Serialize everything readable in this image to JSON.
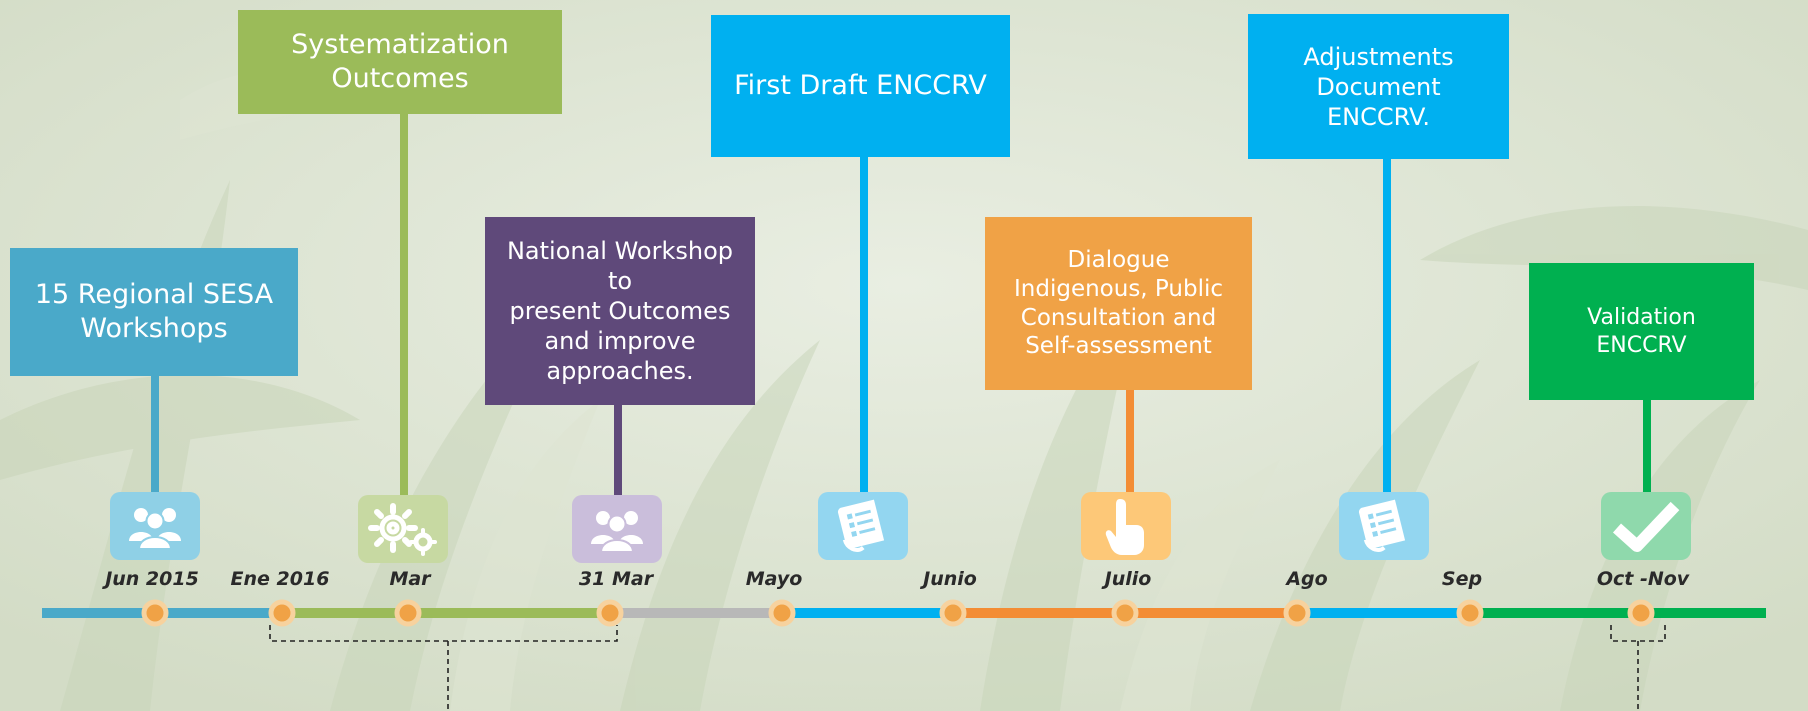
{
  "events": [
    {
      "id": "regional",
      "lines": [
        "15 Regional SESA",
        "Workshops"
      ],
      "date": "Jun 2015",
      "color": "#4aa9c9",
      "icon": "people-icon"
    },
    {
      "id": "systematization",
      "lines": [
        "Systematization",
        "Outcomes"
      ],
      "date": "Mar",
      "color": "#9bbb59",
      "icon": "gears-icon"
    },
    {
      "id": "national",
      "lines": [
        "National Workshop to",
        "present Outcomes",
        "and improve",
        "approaches."
      ],
      "date": "31 Mar",
      "color": "#5f497a",
      "icon": "people-icon"
    },
    {
      "id": "first-draft",
      "lines": [
        "First Draft ENCCRV"
      ],
      "date": "Mayo",
      "color": "#00b0f0",
      "icon": "document-icon"
    },
    {
      "id": "dialogue",
      "lines": [
        "Dialogue",
        "Indigenous, Public",
        "Consultation and",
        "Self-assessment"
      ],
      "date": "Julio",
      "color": "#f0a246",
      "icon": "hand-pointer-icon"
    },
    {
      "id": "adjustments",
      "lines": [
        "Adjustments",
        "Document",
        "ENCCRV."
      ],
      "date": "Ago",
      "color": "#00b0f0",
      "icon": "document-icon"
    },
    {
      "id": "validation",
      "lines": [
        "Validation",
        "ENCCRV"
      ],
      "date": "Oct -Nov",
      "color": "#00b050",
      "icon": "checkmark-icon"
    }
  ],
  "timeline_labels": {
    "jun2015": "Jun 2015",
    "ene2016": "Ene 2016",
    "mar": "Mar",
    "mar31": "31 Mar",
    "mayo": "Mayo",
    "junio": "Junio",
    "julio": "Julio",
    "ago": "Ago",
    "sep": "Sep",
    "octnov": "Oct -Nov"
  },
  "segment_colors": {
    "teal": "#4aa9c9",
    "green": "#9bbb59",
    "gray": "#b8b8b8",
    "blue": "#00b0f0",
    "orange": "#f38d35",
    "darkgreen": "#00b050",
    "dot": "#f0a246"
  }
}
